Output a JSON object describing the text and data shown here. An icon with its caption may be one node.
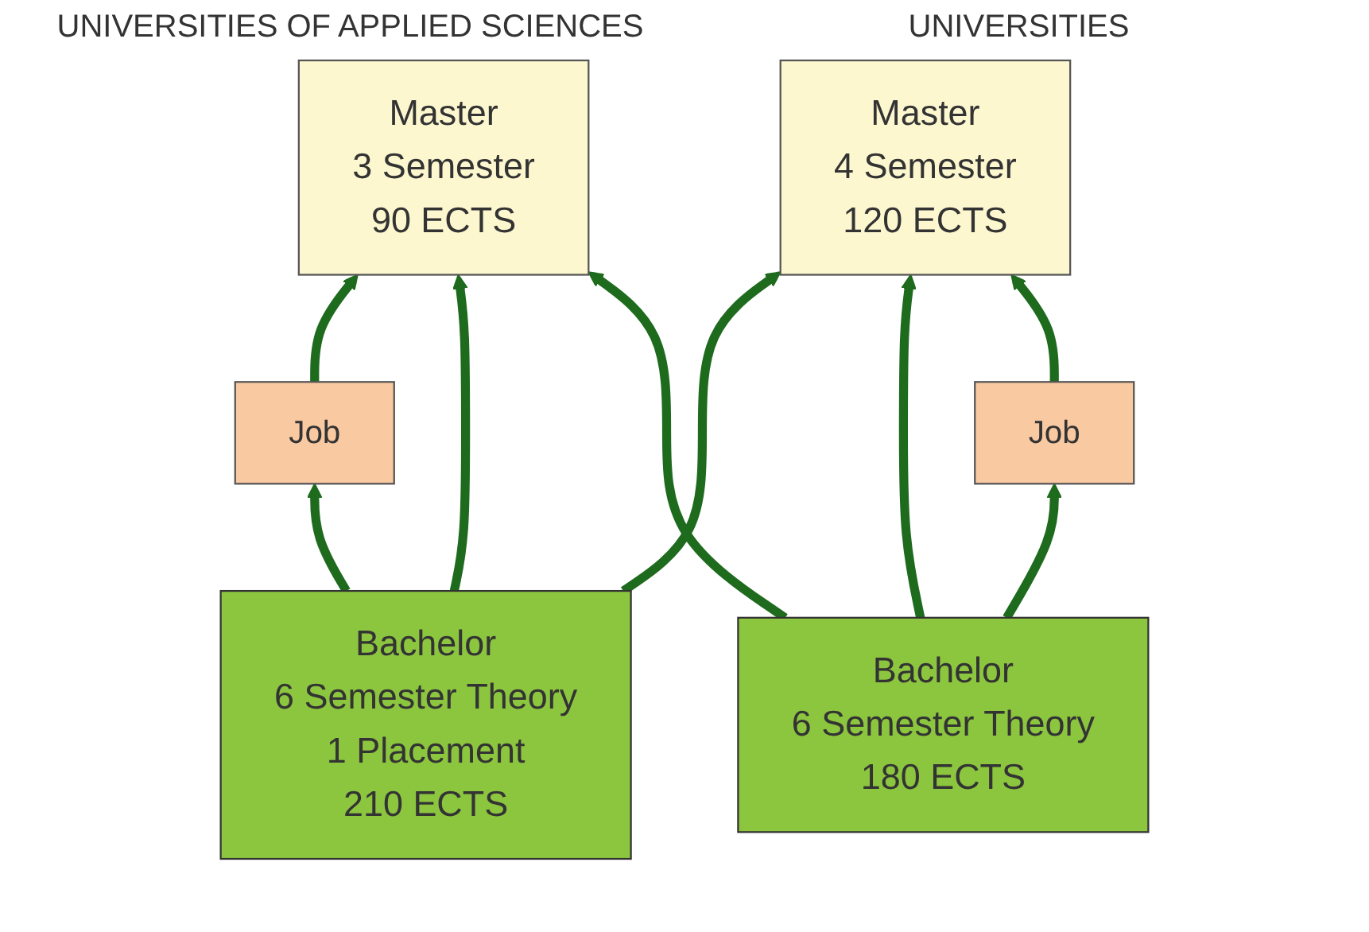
{
  "diagram": {
    "nodes": [
      {
        "text": [
          "Master",
          "3 Semester",
          "90 ECTS"
        ]
      },
      {
        "text": [
          "Master",
          "4 Semester",
          "120 ECTS"
        ]
      },
      {
        "text": [
          "Job"
        ]
      },
      {
        "text": [
          "Job"
        ]
      },
      {
        "text": [
          "Bachelor",
          "6 Semester Theory",
          "1 Placement",
          "210 ECTS"
        ]
      },
      {
        "text": [
          "Bachelor",
          "6 Semester Theory",
          "180 ECTS"
        ]
      }
    ],
    "edges": [
      {
        "from": 4,
        "to": 2,
        "arrow": "to"
      },
      {
        "from": 2,
        "to": 0,
        "arrow": "to"
      },
      {
        "from": 4,
        "to": 0,
        "arrow": "to"
      },
      {
        "from": 4,
        "to": 1,
        "arrow": "to"
      },
      {
        "from": 5,
        "to": 0,
        "arrow": "to"
      },
      {
        "from": 5,
        "to": 1,
        "arrow": "to"
      },
      {
        "from": 5,
        "to": 3,
        "arrow": "to"
      },
      {
        "from": 3,
        "to": 1,
        "arrow": "to"
      }
    ],
    "labels": [
      "UNIVERSITIES OF APPLIED SCIENCES",
      "UNIVERSITIES"
    ]
  }
}
